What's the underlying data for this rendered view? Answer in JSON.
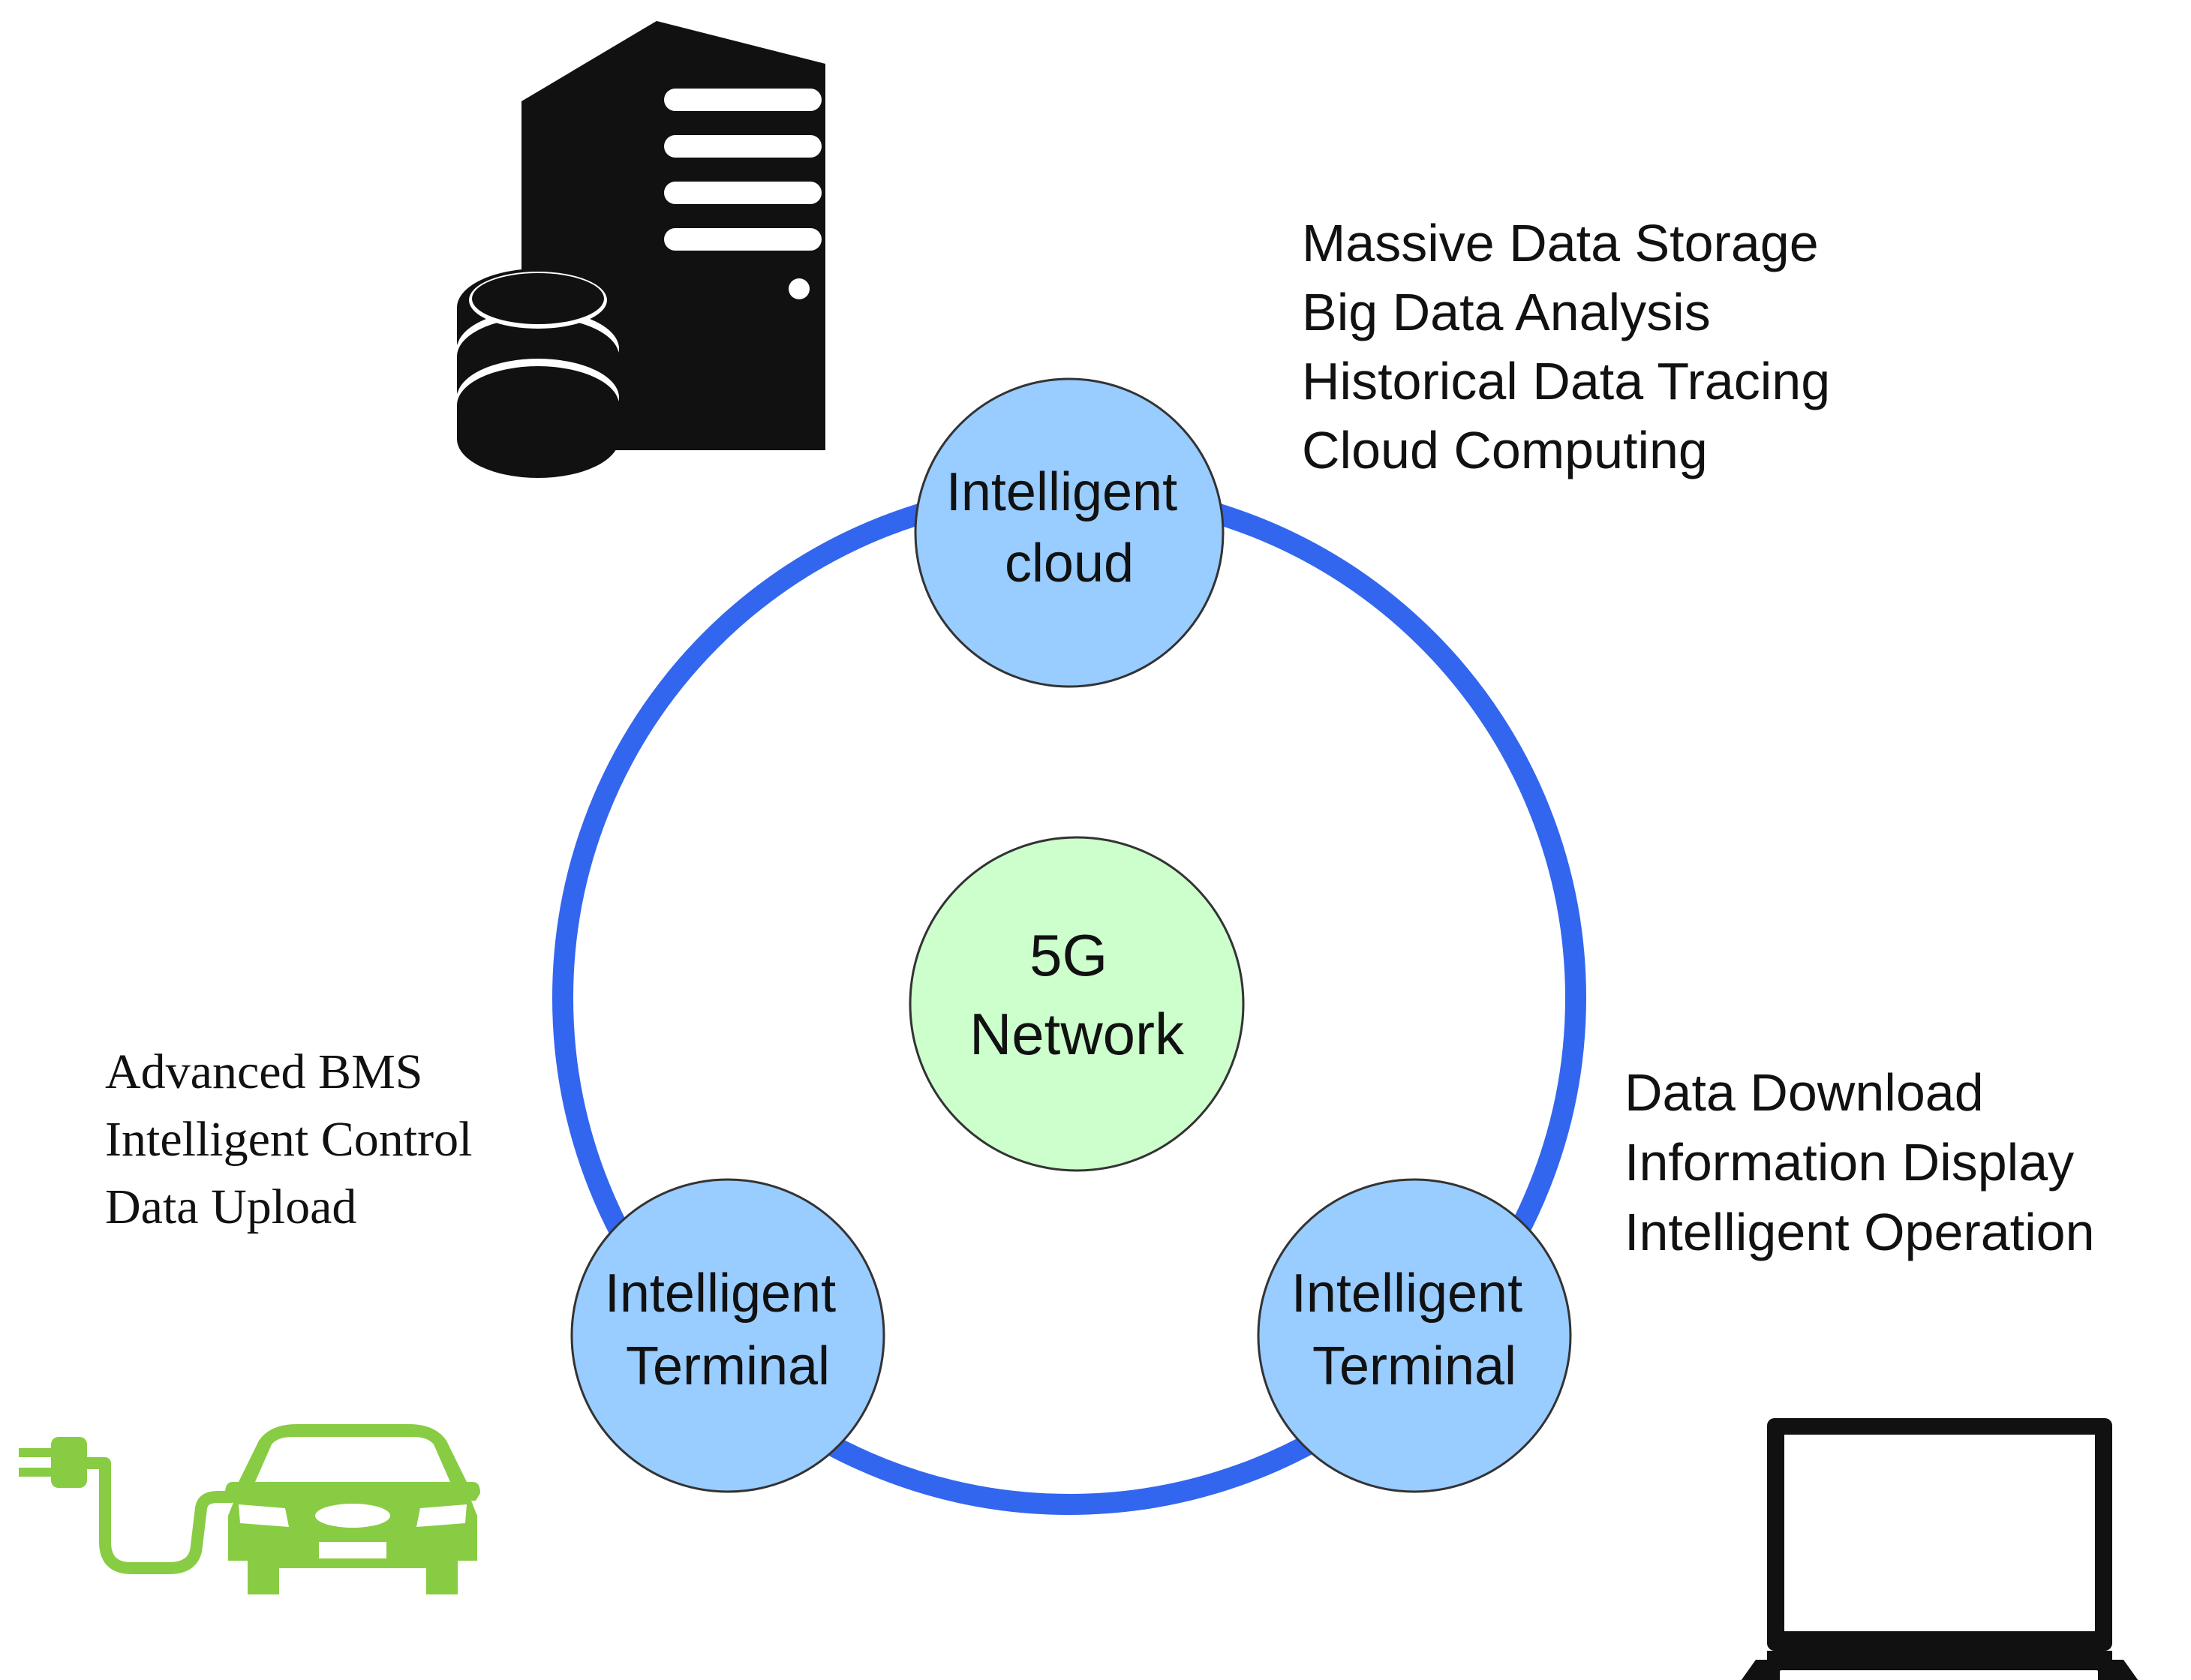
{
  "nodes": {
    "cloud": {
      "lines": [
        "Intelligent",
        "cloud"
      ],
      "fill": "#99CCFF"
    },
    "center": {
      "lines": [
        "5G",
        "Network"
      ],
      "fill": "#CCFFCC"
    },
    "terminal_left": {
      "lines": [
        "Intelligent",
        "Terminal"
      ],
      "fill": "#99CCFF"
    },
    "terminal_right": {
      "lines": [
        "Intelligent",
        "Terminal"
      ],
      "fill": "#99CCFF"
    }
  },
  "features": {
    "cloud": [
      "Massive Data Storage",
      "Big Data Analysis",
      "Historical Data Tracing",
      "Cloud Computing"
    ],
    "vehicle": [
      "Advanced BMS",
      "Intelligent Control",
      "Data Upload"
    ],
    "laptop": [
      "Data Download",
      "Information Display",
      "Intelligent Operation"
    ]
  },
  "icons": {
    "server": "server-database-icon",
    "vehicle": "electric-car-charging-icon",
    "laptop": "laptop-icon"
  },
  "colors": {
    "ring": "#3366EE",
    "car": "#88CC44",
    "icon_dark": "#111111",
    "node_stroke": "#333333"
  }
}
